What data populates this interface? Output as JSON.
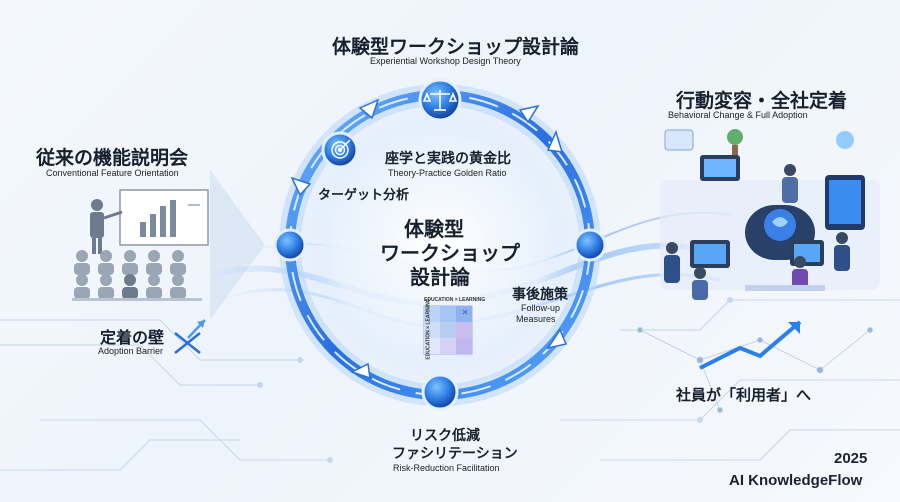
{
  "top_title": {
    "jp": "体験型ワークショップ設計論",
    "en": "Experiential Workshop Design Theory"
  },
  "left_title": {
    "jp": "従来の機能説明会",
    "en": "Conventional Feature Orientation"
  },
  "barrier": {
    "jp": "定着の壁",
    "en": "Adoption Barrier"
  },
  "right_title": {
    "jp": "行動変容・全社定着",
    "en": "Behavioral Change & Full Adoption"
  },
  "right_caption": {
    "jp": "社員が「利用者」へ"
  },
  "center": {
    "line1": "体験型",
    "line2": "ワークショップ",
    "line3": "設計論"
  },
  "stages": {
    "ratio": {
      "jp": "座学と実践の黄金比",
      "en": "Theory-Practice Golden Ratio"
    },
    "target": {
      "jp": "ターゲット分析"
    },
    "followup": {
      "jp": "事後施策",
      "en1": "Follow-up",
      "en2": "Measures"
    },
    "risk": {
      "jp1": "リスク低減",
      "jp2": "ファシリテーション",
      "en": "Risk-Reduction Facilitation"
    }
  },
  "matrix": {
    "top_label": "EDUCATION × LEARNING",
    "side_label": "EDUCATION × LEARNING"
  },
  "footer": {
    "year": "2025",
    "brand": "AI KnowledgeFlow"
  },
  "colors": {
    "accent": "#2a7ff0",
    "ring": "#3a8cf5",
    "dark_ring": "#1f5fd1",
    "text": "#16202e"
  },
  "icons": [
    "scales-icon",
    "target-icon",
    "checklist-icon"
  ]
}
